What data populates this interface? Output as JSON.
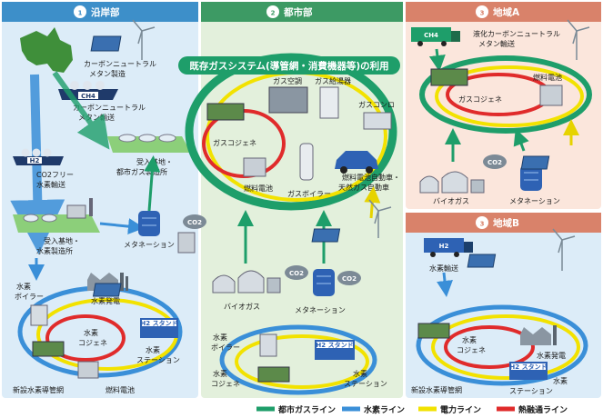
{
  "sections": {
    "coastal": {
      "number": "1",
      "title": "沿岸部"
    },
    "urban": {
      "number": "2",
      "title": "都市部"
    },
    "regionA": {
      "number": "3",
      "title": "地域A"
    },
    "regionB": {
      "number": "3",
      "title": "地域B"
    }
  },
  "banner": "既存ガスシステム(導管網・消費機器等)の利用",
  "coastal_labels": {
    "carbon_neutral_methane_production": [
      "カーボンニュートラル",
      "メタン製造"
    ],
    "carbon_neutral_methane_transport": [
      "カーボンニュートラル",
      "メタン輸送"
    ],
    "co2_free_hydrogen_transport": [
      "CO2フリー",
      "水素輸送"
    ],
    "receiving_base_city_gas": [
      "受入基地・",
      "都市ガス製造所"
    ],
    "receiving_base_refinery": [
      "受入基地・",
      "水素製造所"
    ],
    "methanation": "メタネーション",
    "hydrogen_boiler": [
      "水素",
      "ボイラー"
    ],
    "hydrogen_power": "水素発電",
    "hydrogen_cogen": [
      "水素",
      "コジェネ"
    ],
    "hydrogen_station": [
      "水素",
      "ステーション"
    ],
    "new_hydrogen_pipeline": "新設水素導管網",
    "fuel_cell": "燃料電池"
  },
  "urban_labels": {
    "gas_air_conditioning": "ガス空調",
    "gas_water_heater": "ガス給湯器",
    "gas_stove": "ガスコンロ",
    "gas_cogeneration": "ガスコジェネ",
    "fuel_cell": "燃料電池",
    "gas_boiler": "ガスボイラー",
    "vehicles": [
      "燃料電池自動車・",
      "天然ガス自動車"
    ],
    "biogas": "バイオガス",
    "methanation": "メタネーション",
    "hydrogen_boiler": [
      "水素",
      "ボイラー"
    ],
    "hydrogen_cogen": [
      "水素",
      "コジェネ"
    ],
    "hydrogen_station": [
      "水素",
      "ステーション"
    ]
  },
  "regionA_labels": {
    "methane_transport": [
      "液化カーボンニュートラル",
      "メタン輸送"
    ],
    "gas_cogen": "ガスコジェネ",
    "fuel_cell": "燃料電池",
    "biogas": "バイオガス",
    "methanation": "メタネーション"
  },
  "regionB_labels": {
    "hydrogen_transport": "水素輸送",
    "hydrogen_cogen": [
      "水素",
      "コジェネ"
    ],
    "hydrogen_power": "水素発電",
    "new_hydrogen_pipeline": "新設水素導管網",
    "hydrogen_station": [
      "水素",
      "ステーション"
    ]
  },
  "chem": {
    "ch4": "CH4",
    "h2": "H2",
    "co2": "CO2",
    "h2_station": "H2 スタンド"
  },
  "legend": [
    {
      "label": "都市ガスライン",
      "color": "#1e9e6a"
    },
    {
      "label": "水素ライン",
      "color": "#3a8fd8"
    },
    {
      "label": "電力ライン",
      "color": "#f2e200"
    },
    {
      "label": "熱融通ライン",
      "color": "#e02b2b"
    }
  ],
  "colors": {
    "coastal_bg": "#dcecf8",
    "urban_bg": "#e3f0dc",
    "regionA_bg": "#fbe6dc",
    "regionB_bg": "#dcecf8",
    "coastal_header": "#3d8fc9",
    "urban_header": "#3d9a64",
    "region_header": "#d9826a"
  }
}
